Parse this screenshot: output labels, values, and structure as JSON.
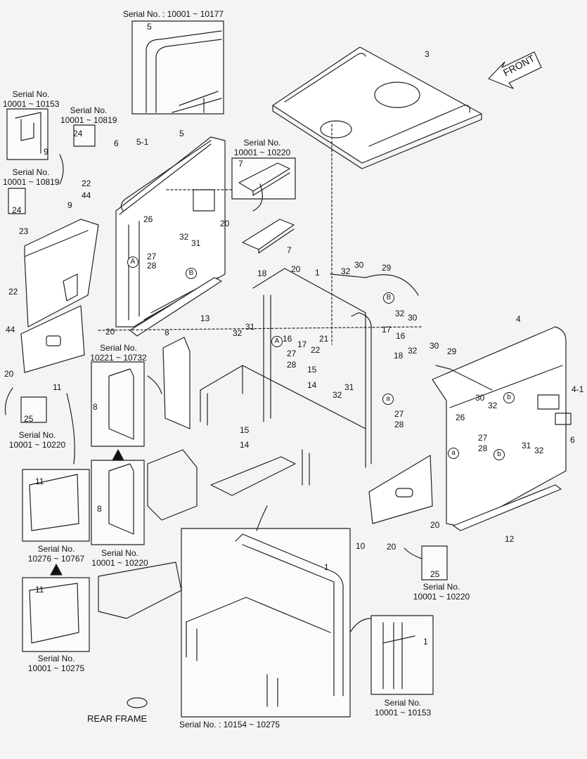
{
  "labels": {
    "serial_top": "Serial No. : 10001 ~ 10177",
    "serial_9": [
      "Serial No.",
      "10001 ~ 10153"
    ],
    "serial_24a": [
      "Serial No.",
      "10001 ~ 10819"
    ],
    "serial_24b": [
      "Serial No.",
      "10001 ~ 10819"
    ],
    "serial_7": [
      "Serial No.",
      "10001 ~ 10220"
    ],
    "serial_8a": [
      "Serial No.",
      "10221 ~ 10732"
    ],
    "serial_8b": [
      "Serial No.",
      "10001 ~ 10220"
    ],
    "serial_25a": [
      "Serial No.",
      "10001 ~ 10220"
    ],
    "serial_11a": [
      "Serial No.",
      "10276 ~ 10767"
    ],
    "serial_11b": [
      "Serial No.",
      "10001 ~ 10275"
    ],
    "serial_25b": [
      "Serial No.",
      "10001 ~ 10220"
    ],
    "serial_1b": [
      "Serial No.",
      "10001 ~ 10153"
    ],
    "serial_frame": "Serial No. : 10154 ~ 10275",
    "rear_frame": "REAR FRAME",
    "front": "FRONT"
  },
  "callouts": {
    "n1": "1",
    "n3": "3",
    "n4": "4",
    "n4_1": "4-1",
    "n5": "5",
    "n5_1": "5-1",
    "n6": "6",
    "n7": "7",
    "n8": "8",
    "n9": "9",
    "n10": "10",
    "n11": "11",
    "n12": "12",
    "n13": "13",
    "n14": "14",
    "n15": "15",
    "n16": "16",
    "n17": "17",
    "n18": "18",
    "n20": "20",
    "n21": "21",
    "n22": "22",
    "n23": "23",
    "n24": "24",
    "n25": "25",
    "n26": "26",
    "n27": "27",
    "n28": "28",
    "n29": "29",
    "n30": "30",
    "n31": "31",
    "n32": "32",
    "n44": "44",
    "A": "A",
    "B": "B",
    "a": "a",
    "b": "b"
  }
}
